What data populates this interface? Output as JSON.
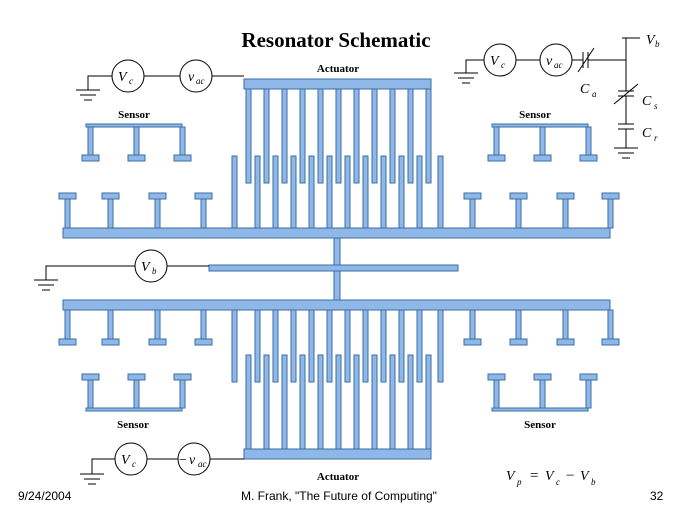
{
  "title": "Resonator Schematic",
  "labels": {
    "actuator_top": "Actuator",
    "actuator_bottom": "Actuator",
    "sensor_tl": "Sensor",
    "sensor_tr": "Sensor",
    "sensor_bl": "Sensor",
    "sensor_br": "Sensor"
  },
  "symbols": {
    "V": "V",
    "v": "v",
    "C": "C",
    "sub_c": "c",
    "sub_ac": "ac",
    "sub_b": "b",
    "sub_a": "a",
    "sub_s": "s",
    "sub_r": "r",
    "minus": "−",
    "sub_p": "p",
    "eq": "=",
    "minus_spaced": "−"
  },
  "footer": {
    "date": "9/24/2004",
    "author": "M. Frank, \"The Future of Computing\"",
    "page": "32"
  },
  "colors": {
    "structure_fill": "#8FB8E8",
    "structure_stroke": "#3A6EA5",
    "wire": "#000000"
  }
}
